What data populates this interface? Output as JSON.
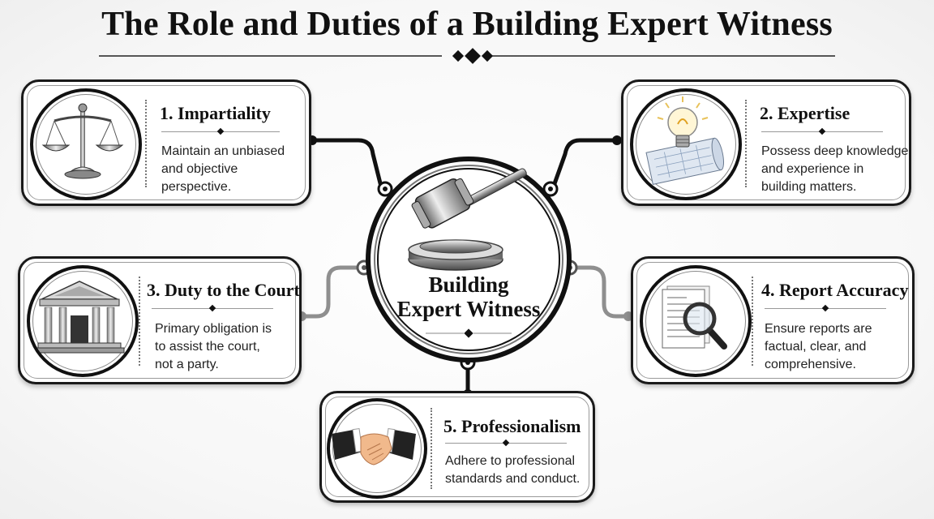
{
  "title": "The Role and Duties of a Building Expert Witness",
  "hub": {
    "label_line1": "Building",
    "label_line2": "Expert Witness",
    "icon": "gavel-icon"
  },
  "cards": [
    {
      "heading": "1. Impartiality",
      "desc_lines": [
        "Maintain an unbiased",
        "and objective",
        "perspective."
      ],
      "icon": "scales-of-justice-icon"
    },
    {
      "heading": "2. Expertise",
      "desc_lines": [
        "Possess deep knowledge",
        "and experience in",
        "building matters."
      ],
      "icon": "lightbulb-blueprint-icon"
    },
    {
      "heading": "3. Duty to the Court",
      "desc_lines": [
        "Primary obligation is",
        "to assist the court,",
        "not a party."
      ],
      "icon": "courthouse-icon"
    },
    {
      "heading": "4. Report Accuracy",
      "desc_lines": [
        "Ensure reports are",
        "factual, clear, and",
        "comprehensive."
      ],
      "icon": "magnifier-document-icon"
    },
    {
      "heading": "5. Professionalism",
      "desc_lines": [
        "Adhere to professional",
        "standards and conduct."
      ],
      "icon": "handshake-icon"
    }
  ],
  "colors": {
    "primary": "#111111",
    "connector_gray": "#8f8f8f",
    "gold": "#e8c25a"
  }
}
